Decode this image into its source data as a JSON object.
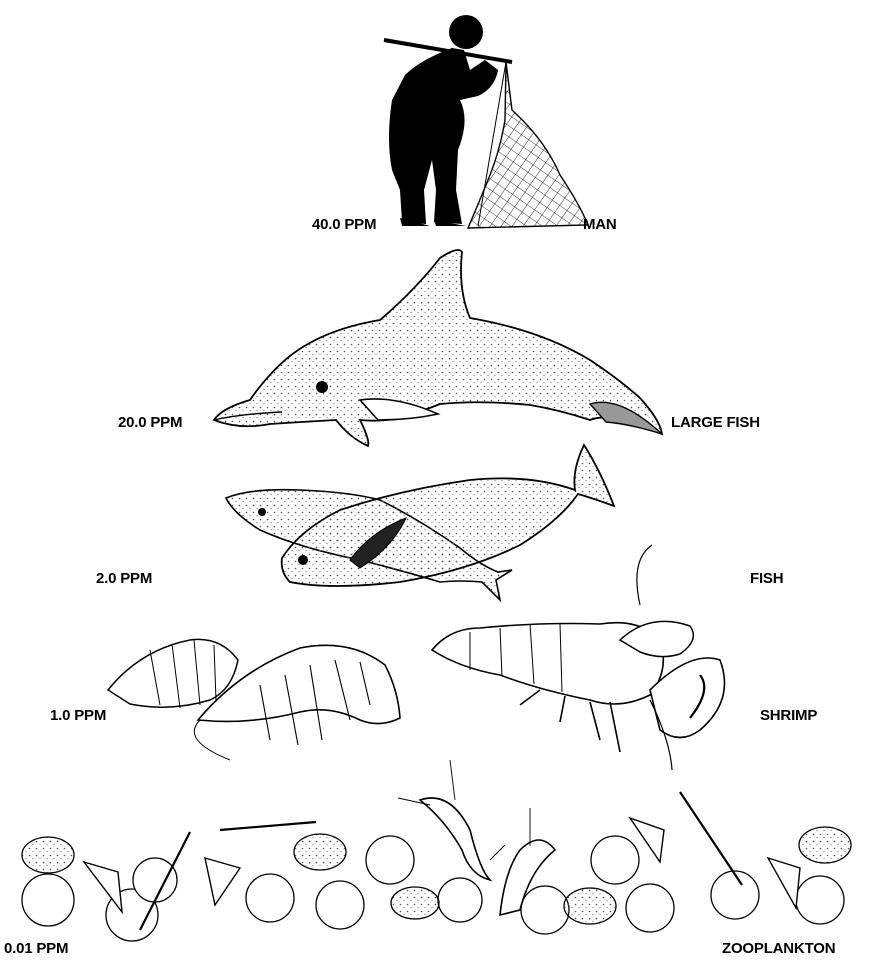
{
  "levels": [
    {
      "ppm": "40.0 PPM",
      "organism": "MAN"
    },
    {
      "ppm": "20.0 PPM",
      "organism": "LARGE FISH"
    },
    {
      "ppm": "2.0 PPM",
      "organism": "FISH"
    },
    {
      "ppm": "1.0 PPM",
      "organism": "SHRIMP"
    },
    {
      "ppm": "0.01 PPM",
      "organism": "ZOOPLANKTON"
    }
  ],
  "colors": {
    "ink": "#000000",
    "paper": "#ffffff",
    "stipple": "#444444"
  }
}
